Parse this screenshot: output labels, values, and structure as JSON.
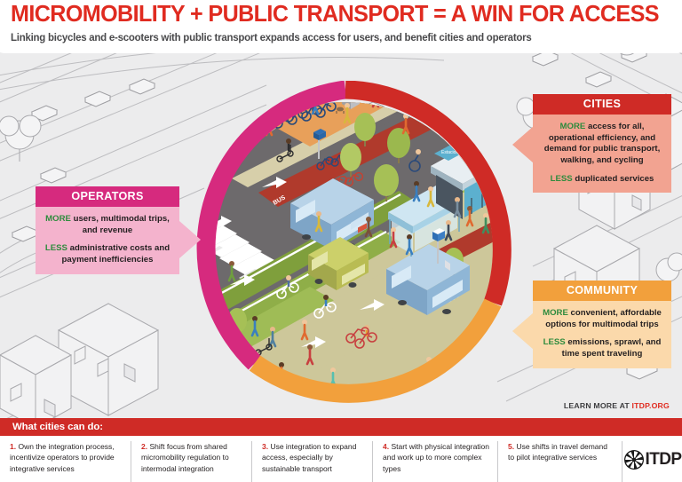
{
  "header": {
    "headline": "MICROMOBILITY + PUBLIC TRANSPORT = A WIN FOR ACCESS",
    "subhead": "Linking bicycles and e-scooters with public transport expands access for users, and benefit cities and operators",
    "headline_color": "#e02b20",
    "subhead_color": "#4a4a4c"
  },
  "callouts": {
    "cities": {
      "title": "CITIES",
      "more_label": "MORE",
      "more_text": " access for all, operational efficiency, and demand for public transport, walking, and cycling",
      "less_label": "LESS",
      "less_text": " duplicated services",
      "header_color": "#cf2b26",
      "body_color": "#f2a391"
    },
    "operators": {
      "title": "OPERATORS",
      "more_label": "MORE",
      "more_text": " users, multimodal trips, and revenue",
      "less_label": "LESS",
      "less_text": " administrative costs and payment inefficiencies",
      "header_color": "#d62a7e",
      "body_color": "#f4b3cd"
    },
    "community": {
      "title": "COMMUNITY",
      "more_label": "MORE",
      "more_text": " convenient, affordable options for multimodal trips",
      "less_label": "LESS",
      "less_text": " emissions, sprawl, and time spent traveling",
      "header_color": "#f2a03c",
      "body_color": "#fbd9ab"
    },
    "keyword_color": "#2e8b3d"
  },
  "learn_more": {
    "label": "LEARN MORE AT ",
    "url": "ITDP.ORG"
  },
  "bottom": {
    "bar_title": "What cities can do:",
    "bar_color": "#cf2b26",
    "tips": [
      {
        "num": "1.",
        "text": " Own the integration process, incentivize operators to provide integrative services"
      },
      {
        "num": "2.",
        "text": " Shift focus from shared micromobility regulation to intermodal integration"
      },
      {
        "num": "3.",
        "text": " Use integration to expand access, especially by sustainable transport"
      },
      {
        "num": "4.",
        "text": " Start with physical integration and work up to more complex types"
      },
      {
        "num": "5.",
        "text": " Use shifts in travel demand to pilot integrative services"
      }
    ],
    "logo_text": "ITDP",
    "logo_icon": "itdp-pinwheel-icon"
  },
  "illustration": {
    "description": "Isometric street scene inside a circle showing bus lanes, bike lanes, pedestrians, bike-share docks, bus stops and a transit station",
    "ring_arcs": [
      {
        "name": "operators-arc",
        "color": "#d62a7e"
      },
      {
        "name": "cities-arc",
        "color": "#cf2b26"
      },
      {
        "name": "community-arc",
        "color": "#f2a03c"
      }
    ],
    "bus_lane_label": "BUS",
    "station_sign_label": "Estacion",
    "scene_colors": {
      "asphalt": "#6d6a6c",
      "bus_lane": "#b03a2c",
      "bike_lane": "#7f9f3c",
      "sidewalk": "#d7cfaa",
      "plaza": "#cdc79a",
      "grass": "#9fbc56",
      "bus_body": "#8fb6d6",
      "van_body": "#b9bc53",
      "dock_pad": "#e8a05a"
    },
    "background": {
      "name": "isometric-city-outline",
      "stroke": "#b9b9bc",
      "fill": "#ececed"
    }
  }
}
